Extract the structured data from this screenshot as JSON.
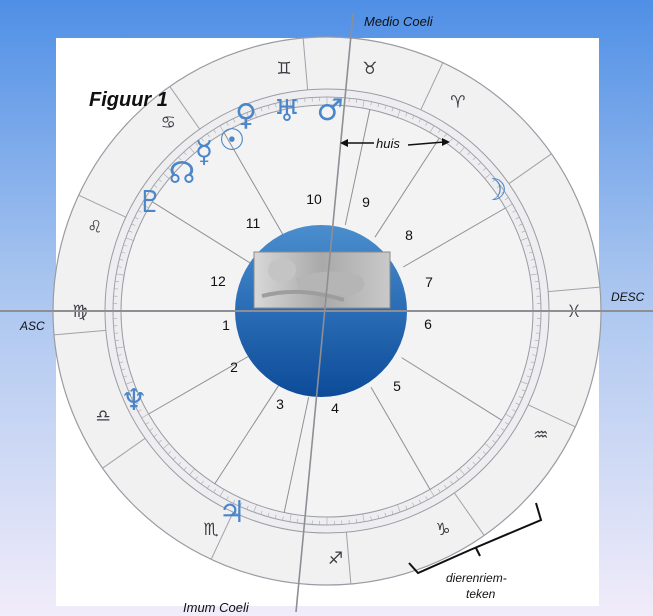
{
  "title": "Figuur 1",
  "axes": {
    "mc": "Medio Coeli",
    "ic": "Imum Coeli",
    "asc": "ASC",
    "desc": "DESC"
  },
  "annotations": {
    "house": "huis",
    "zodiac_sign_line1": "dierenriem-",
    "zodiac_sign_line2": "teken"
  },
  "houses": [
    "1",
    "2",
    "3",
    "4",
    "5",
    "6",
    "7",
    "8",
    "9",
    "10",
    "11",
    "12"
  ],
  "zodiac_signs": [
    {
      "sign": "aries",
      "glyph": "♈"
    },
    {
      "sign": "taurus",
      "glyph": "♉"
    },
    {
      "sign": "gemini",
      "glyph": "♊"
    },
    {
      "sign": "cancer",
      "glyph": "♋"
    },
    {
      "sign": "leo",
      "glyph": "♌"
    },
    {
      "sign": "virgo",
      "glyph": "♍"
    },
    {
      "sign": "libra",
      "glyph": "♎"
    },
    {
      "sign": "scorpio",
      "glyph": "♏"
    },
    {
      "sign": "sagittarius",
      "glyph": "♐"
    },
    {
      "sign": "capricorn",
      "glyph": "♑"
    },
    {
      "sign": "aquarius",
      "glyph": "♒"
    },
    {
      "sign": "pisces",
      "glyph": "♓"
    }
  ],
  "planets": [
    {
      "planet": "pluto",
      "glyph": "♇"
    },
    {
      "planet": "node",
      "glyph": "☊"
    },
    {
      "planet": "mercury",
      "glyph": "☿"
    },
    {
      "planet": "sun",
      "glyph": "☉"
    },
    {
      "planet": "venus",
      "glyph": "♀"
    },
    {
      "planet": "uranus",
      "glyph": "♅"
    },
    {
      "planet": "mars",
      "glyph": "♂"
    },
    {
      "planet": "moon",
      "glyph": "☽"
    },
    {
      "planet": "neptune",
      "glyph": "♆"
    },
    {
      "planet": "jupiter",
      "glyph": "♃"
    }
  ],
  "colors": {
    "background_top": "#5f9be8",
    "background_bottom": "#eef0fb",
    "wheel": "#f2f2f3",
    "ring": "#e9e9eb",
    "lines": "#8e9096",
    "center_top": "#3f86c9",
    "center_bottom": "#0f4f9c",
    "planet": "#4a86c8",
    "text": "#111111"
  }
}
